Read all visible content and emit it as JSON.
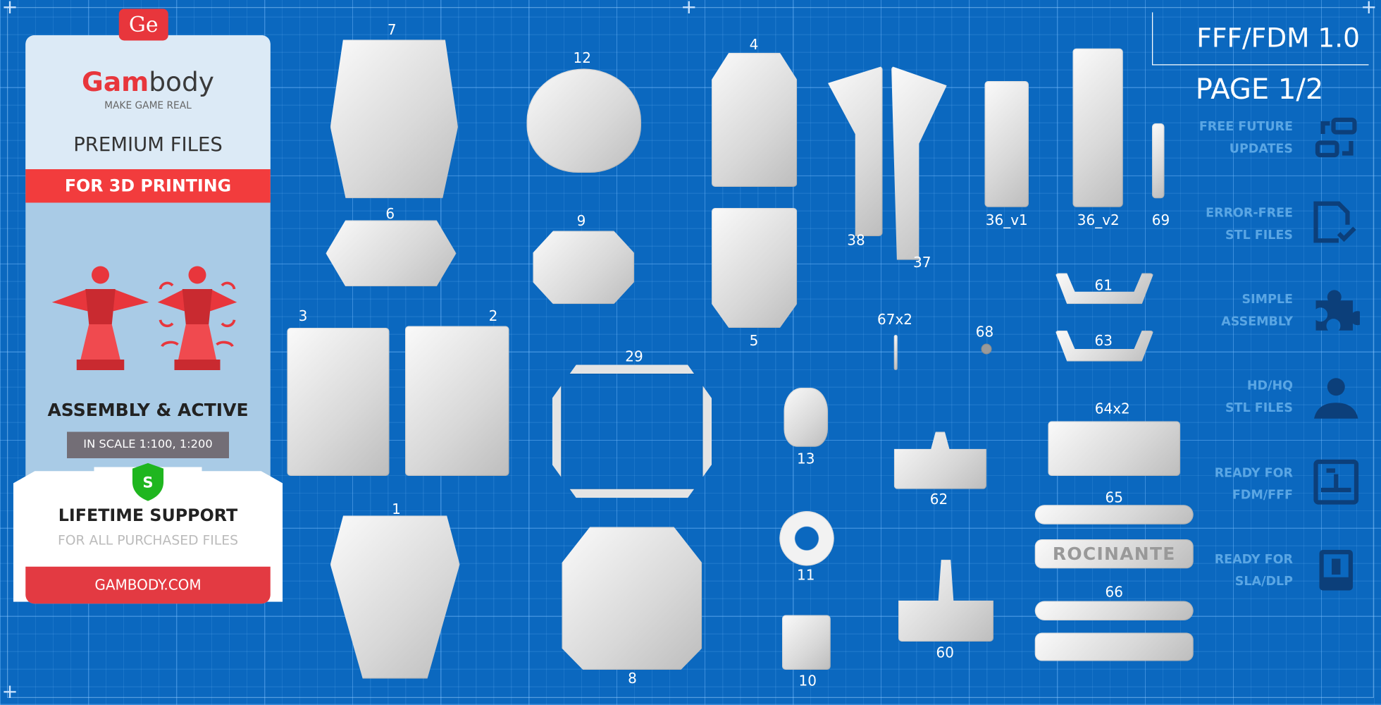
{
  "branding": {
    "badge": "Ge",
    "logo_red": "Gam",
    "logo_grey": "body",
    "tagline": "MAKE GAME REAL",
    "premium": "PREMIUM FILES",
    "for_printing": "FOR 3D PRINTING",
    "assembly": "ASSEMBLY & ACTIVE",
    "scale": "IN SCALE 1:100, 1:200",
    "shield_letter": "S",
    "lifetime": "LIFETIME SUPPORT",
    "purchased": "FOR ALL PURCHASED FILES",
    "site": "GAMBODY.COM"
  },
  "header": {
    "version": "FFF/FDM 1.0",
    "page": "PAGE 1/2"
  },
  "features": [
    {
      "line1": "FREE FUTURE",
      "line2": "UPDATES",
      "icon": "update-cycle-icon"
    },
    {
      "line1": "ERROR-FREE",
      "line2": "STL FILES",
      "icon": "file-check-icon"
    },
    {
      "line1": "SIMPLE",
      "line2": "ASSEMBLY",
      "icon": "puzzle-icon"
    },
    {
      "line1": "HD/HQ",
      "line2": "STL FILES",
      "icon": "bust-icon"
    },
    {
      "line1": "READY FOR",
      "line2": "FDM/FFF",
      "icon": "fdm-printer-icon"
    },
    {
      "line1": "READY FOR",
      "line2": "SLA/DLP",
      "icon": "sla-printer-icon"
    }
  ],
  "parts": [
    "7",
    "12",
    "4",
    "38",
    "37",
    "36_v1",
    "36_v2",
    "69",
    "6",
    "9",
    "5",
    "3",
    "2",
    "29",
    "67x2",
    "68",
    "61",
    "63",
    "13",
    "64x2",
    "62",
    "1",
    "65",
    "11",
    "60",
    "66",
    "8",
    "10"
  ],
  "nameplate": "ROCINANTE",
  "colors": {
    "background": "#0b68bf",
    "brand_red": "#e8363c",
    "feature_text": "#5aa6e4",
    "feature_icon": "#0c3f7a"
  }
}
